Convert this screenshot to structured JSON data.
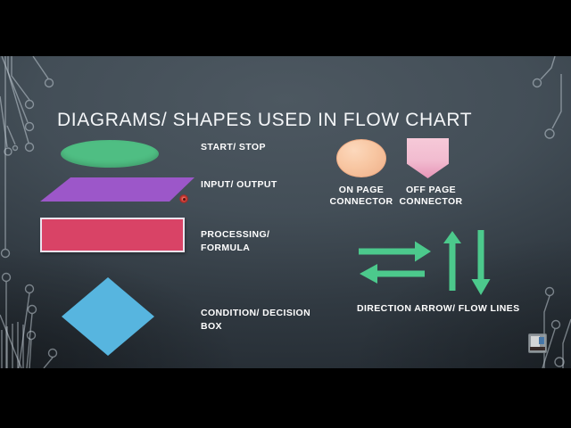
{
  "slide": {
    "title": "DIAGRAMS/ SHAPES USED IN FLOW CHART",
    "shape_items": [
      {
        "shape": "ellipse",
        "label": "START/ STOP"
      },
      {
        "shape": "parallelogram",
        "label": "INPUT/ OUTPUT"
      },
      {
        "shape": "rectangle",
        "label": "PROCESSING/\nFORMULA"
      },
      {
        "shape": "diamond",
        "label": "CONDITION/ DECISION\nBOX"
      }
    ],
    "connectors": [
      {
        "shape": "circle",
        "label": "ON PAGE\nCONNECTOR"
      },
      {
        "shape": "pentagon",
        "label": "OFF PAGE\nCONNECTOR"
      }
    ],
    "arrows_label": "DIRECTION ARROW/ FLOW LINES",
    "icons": {
      "pointer_dot": "red-pointer-dot",
      "watermark": "watermark-logo",
      "decorations": "circuit-board-traces"
    },
    "colors": {
      "letterbox": "#000000",
      "slide_bg_light": "#4d5861",
      "slide_bg_dark": "#232a31",
      "title_text": "#f4f6f8",
      "label_text": "#ffffff",
      "start_stop_green": "#4fbe83",
      "input_output_purple": "#9c57c9",
      "processing_pink": "#d94366",
      "processing_border": "#eae4ee",
      "decision_blue": "#57b5df",
      "on_page_peach": "#f8c7a3",
      "off_page_pink": "#f2bcd0",
      "arrow_green": "#4cc98c",
      "pointer_dot_red": "#d8453c",
      "circuit_trace": "#cdd8e0"
    }
  }
}
